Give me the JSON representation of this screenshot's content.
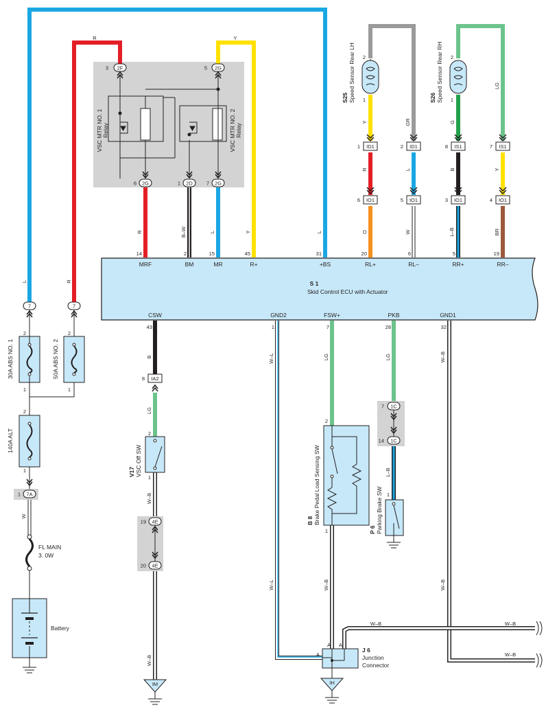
{
  "colors": {
    "blue": "#1ba7e3",
    "red": "#e31e26",
    "yellow": "#ffe100",
    "gray": "#9a9a9a",
    "green": "#6cc38c",
    "dark_green": "#23a14b",
    "black": "#231f20",
    "orange": "#f5901e",
    "brown": "#9b5a3c",
    "ecu_fill": "#c7e8f8",
    "relay_box_fill": "#d3d3d4"
  },
  "ecu": {
    "code": "S 1",
    "name": "Skid Control ECU with Actuator",
    "top_pins": [
      {
        "num": "14",
        "name": "MRF",
        "wire": "R"
      },
      {
        "num": "2",
        "name": "BM",
        "wire": "B–W"
      },
      {
        "num": "15",
        "name": "MR",
        "wire": "L"
      },
      {
        "num": "45",
        "name": "R+",
        "wire": "Y"
      },
      {
        "num": "31",
        "name": "+BS",
        "wire": "L"
      },
      {
        "num": "20",
        "name": "RL+",
        "wire": "O"
      },
      {
        "num": "6",
        "name": "RL–",
        "wire": "W"
      },
      {
        "num": "5",
        "name": "RR+",
        "wire": "L–B"
      },
      {
        "num": "19",
        "name": "RR–",
        "wire": "BR"
      }
    ],
    "bottom_pins": [
      {
        "num": "43",
        "name": "CSW",
        "wire": "B"
      },
      {
        "num": "1",
        "name": "GND2",
        "wire": "W–L"
      },
      {
        "num": "7",
        "name": "FSW+",
        "wire": "LG"
      },
      {
        "num": "28",
        "name": "PKB",
        "wire": "LG"
      },
      {
        "num": "32",
        "name": "GND1",
        "wire": "W–B"
      }
    ]
  },
  "relays": {
    "relay1": {
      "name": "VSC MTR NO. 1",
      "type": "Relay"
    },
    "relay2": {
      "name": "VSC MTR NO. 2",
      "type": "Relay"
    },
    "connectors": [
      {
        "pin": "3",
        "code": "2F"
      },
      {
        "pin": "5",
        "code": "2G"
      },
      {
        "pin": "6",
        "code": "2G"
      },
      {
        "pin": "1",
        "code": "2D"
      },
      {
        "pin": "7",
        "code": "2G"
      }
    ]
  },
  "sensors": {
    "lh": {
      "code": "S25",
      "name": "Speed Sensor Rear LH",
      "pin_top": "2",
      "pin_bottom": "1"
    },
    "rh": {
      "code": "S26",
      "name": "Speed Sensor Rear RH",
      "pin_top": "2",
      "pin_bottom": "1"
    },
    "wires_upper": [
      "Y",
      "GR",
      "G",
      "LG"
    ],
    "wires_mid": [
      "R",
      "L",
      "B",
      "Y"
    ],
    "connectors_upper": [
      {
        "pin": "1",
        "code": "ID1"
      },
      {
        "pin": "2",
        "code": "ID1"
      },
      {
        "pin": "8",
        "code": "IS1"
      },
      {
        "pin": "7",
        "code": "IS1"
      }
    ],
    "connectors_lower": [
      {
        "pin": "6",
        "code": "IO1"
      },
      {
        "pin": "5",
        "code": "IO1"
      },
      {
        "pin": "3",
        "code": "IO1"
      },
      {
        "pin": "4",
        "code": "IO1"
      }
    ]
  },
  "power": {
    "wire_left_top": "L",
    "wire_red_top": "R",
    "wire_yellow_top": "Y",
    "conn_7_a": "7",
    "conn_7_b": "7",
    "fuse1": "30A ABS NO. 1",
    "fuse2": "50A ABS NO. 2",
    "fuse_alt": "140A ALT",
    "fuse_pin_2": "2",
    "fuse_pin_1": "1",
    "conn_7a_pin": "1",
    "conn_7a_code": "7A",
    "wire_w": "W",
    "fl_main": "FL MAIN",
    "fl_main_size": "3. 0W",
    "battery": "Battery"
  },
  "vsc_off": {
    "code": "V17",
    "name": "VSC Off SW",
    "conn_pin": "8",
    "conn_code": "IA2",
    "wire_lg": "LG",
    "wire_wb": "W–B",
    "conn_4e_top_pin": "19",
    "conn_4e_bot_pin": "20",
    "conn_4e": "4E",
    "pin2": "2",
    "pin1": "1",
    "ground": "IM"
  },
  "brake": {
    "code": "B 8",
    "name": "Brake Pedal Load Sensing SW",
    "pin2": "2",
    "pin1": "1",
    "wire_wb": "W–B",
    "wire_wl": "W–L"
  },
  "parking": {
    "code": "P 6",
    "name": "Parking Brake SW",
    "conn_top_pin": "7",
    "conn_bot_pin": "14",
    "conn_code": "1C",
    "wire": "L–B",
    "pin": "1"
  },
  "junction": {
    "code": "J 6",
    "line1": "Junction",
    "line2": "Connector",
    "pin_a": "A",
    "ground": "IH",
    "wire_wb": "W–B"
  }
}
